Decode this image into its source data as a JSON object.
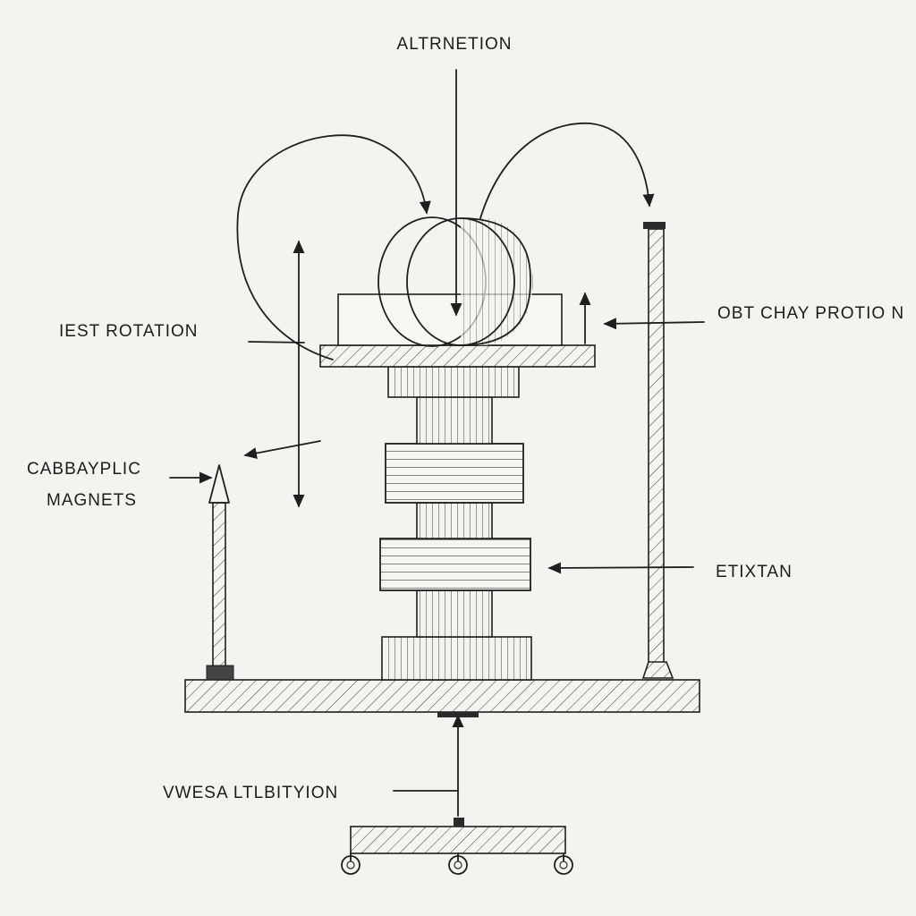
{
  "labels": {
    "top": "ALTRNETION",
    "left_upper": "IEST ROTATION",
    "right_upper": "OBT CHAY PROTIO N",
    "left_magnets_line1": "CABBAYPLIC",
    "left_magnets_line2": "MAGNETS",
    "right_middle": "ETIXTAN",
    "bottom": "VWESA LTLBITYION"
  }
}
